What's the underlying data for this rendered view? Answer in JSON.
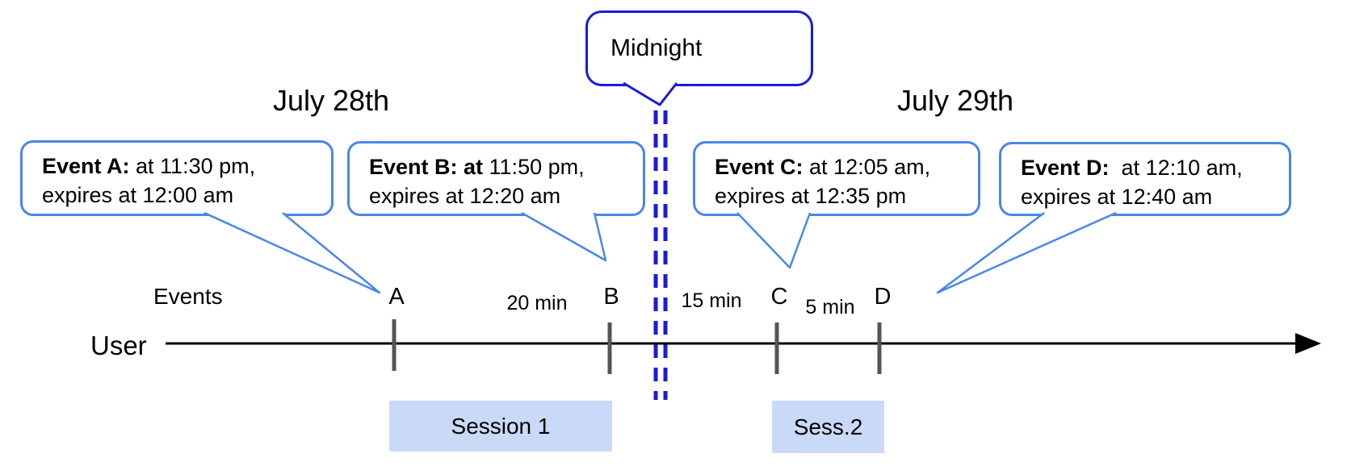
{
  "colors": {
    "event_bubble_border": "#4a86e8",
    "midnight_blue": "#1a1ae0",
    "session_fill": "#c9daf8",
    "tick_gray": "#555555",
    "axis_black": "#000000"
  },
  "dates": {
    "left": "July 28th",
    "right": "July 29th"
  },
  "midnight": {
    "label": "Midnight"
  },
  "axis": {
    "events_label": "Events",
    "user_label": "User"
  },
  "events": [
    {
      "id": "A",
      "bold": "Event A:",
      "rest1": " at 11:30 pm,",
      "line2": "expires at 12:00 am"
    },
    {
      "id": "B",
      "bold": "Event B: at",
      "rest1": " 11:50 pm,",
      "line2": "expires at 12:20 am"
    },
    {
      "id": "C",
      "bold": "Event C:",
      "rest1": " at 12:05 am,",
      "line2": "expires at 12:35 pm"
    },
    {
      "id": "D",
      "bold": "Event D:",
      "rest1": "  at 12:10 am,",
      "line2": "expires at 12:40 am"
    }
  ],
  "ticks": [
    {
      "label": "A"
    },
    {
      "label": "B"
    },
    {
      "label": "C"
    },
    {
      "label": "D"
    }
  ],
  "intervals": [
    {
      "label": "20 min"
    },
    {
      "label": "15 min"
    },
    {
      "label": "5 min"
    }
  ],
  "sessions": [
    {
      "label": "Session 1"
    },
    {
      "label": "Sess.2"
    }
  ]
}
